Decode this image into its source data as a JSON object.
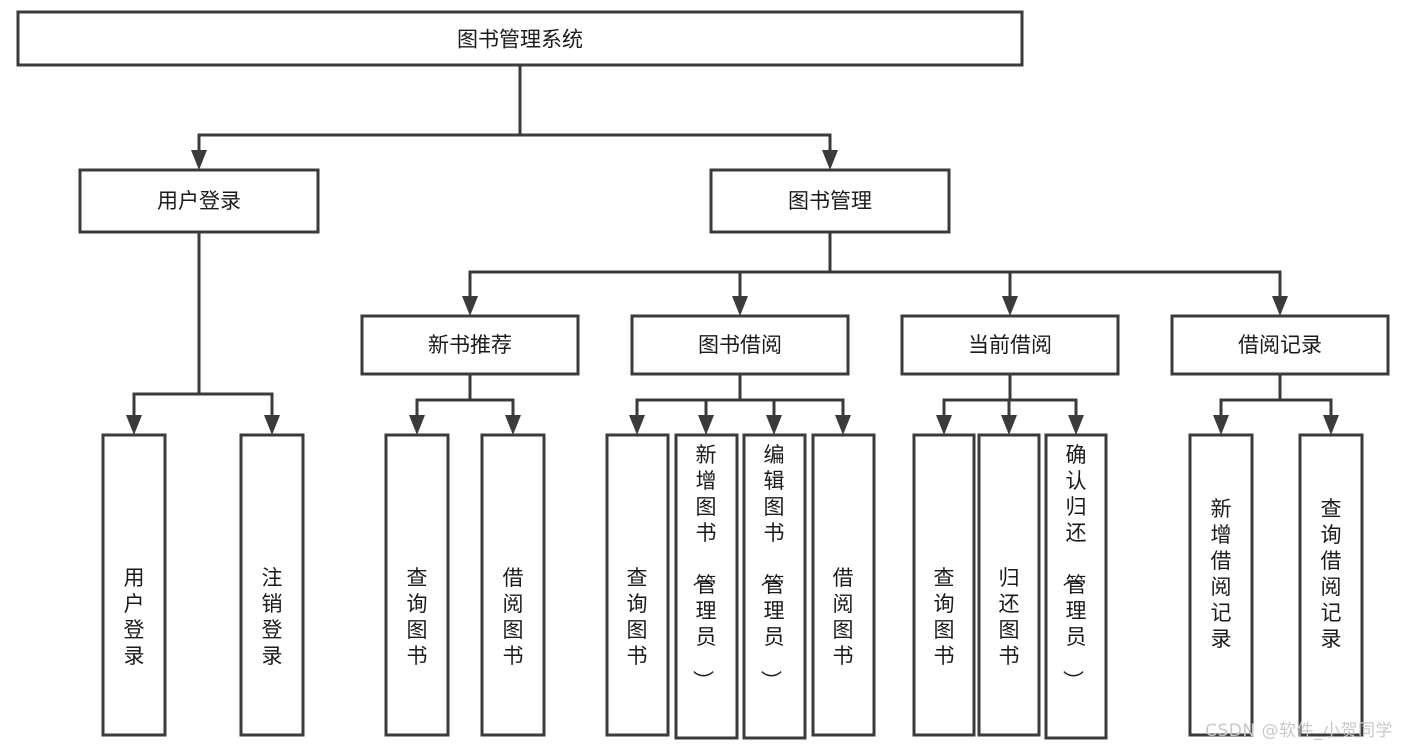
{
  "diagram": {
    "type": "tree-hierarchy",
    "title": "图书管理系统",
    "watermark": "CSDN @软件_小贺同学",
    "colors": {
      "background": "#ffffff",
      "box_stroke": "#3b3b3b",
      "box_fill": "#ffffff",
      "text": "#1b1b1b",
      "watermark": "#c9c9c9"
    },
    "levels": {
      "level1": [
        {
          "id": "root",
          "label": "图书管理系统",
          "orientation": "horizontal"
        }
      ],
      "level2": [
        {
          "id": "user-login",
          "label": "用户登录",
          "orientation": "horizontal"
        },
        {
          "id": "book-manage",
          "label": "图书管理",
          "orientation": "horizontal"
        }
      ],
      "level3": [
        {
          "id": "new-book-rec",
          "label": "新书推荐",
          "orientation": "horizontal"
        },
        {
          "id": "book-borrow",
          "label": "图书借阅",
          "orientation": "horizontal"
        },
        {
          "id": "current-borrow",
          "label": "当前借阅",
          "orientation": "horizontal"
        },
        {
          "id": "borrow-record",
          "label": "借阅记录",
          "orientation": "horizontal"
        }
      ],
      "level4": [
        {
          "id": "leaf-user-login",
          "label": "用户登录",
          "orientation": "vertical",
          "parent": "user-login"
        },
        {
          "id": "leaf-logout",
          "label": "注销登录",
          "orientation": "vertical",
          "parent": "user-login"
        },
        {
          "id": "leaf-query-book-1",
          "label": "查询图书",
          "orientation": "vertical",
          "parent": "new-book-rec"
        },
        {
          "id": "leaf-borrow-book-1",
          "label": "借阅图书",
          "orientation": "vertical",
          "parent": "new-book-rec"
        },
        {
          "id": "leaf-query-book-2",
          "label": "查询图书",
          "orientation": "vertical",
          "parent": "book-borrow"
        },
        {
          "id": "leaf-add-book",
          "label": "新增图书（管理员）",
          "orientation": "vertical",
          "parent": "book-borrow"
        },
        {
          "id": "leaf-edit-book",
          "label": "编辑图书（管理员）",
          "orientation": "vertical",
          "parent": "book-borrow"
        },
        {
          "id": "leaf-borrow-book-2",
          "label": "借阅图书",
          "orientation": "vertical",
          "parent": "book-borrow"
        },
        {
          "id": "leaf-query-book-3",
          "label": "查询图书",
          "orientation": "vertical",
          "parent": "current-borrow"
        },
        {
          "id": "leaf-return-book",
          "label": "归还图书",
          "orientation": "vertical",
          "parent": "current-borrow"
        },
        {
          "id": "leaf-confirm-return",
          "label": "确认归还（管理员）",
          "orientation": "vertical",
          "parent": "current-borrow"
        },
        {
          "id": "leaf-add-record",
          "label": "新增借阅记录",
          "orientation": "vertical",
          "parent": "borrow-record"
        },
        {
          "id": "leaf-query-record",
          "label": "查询借阅记录",
          "orientation": "vertical",
          "parent": "borrow-record"
        }
      ]
    }
  }
}
